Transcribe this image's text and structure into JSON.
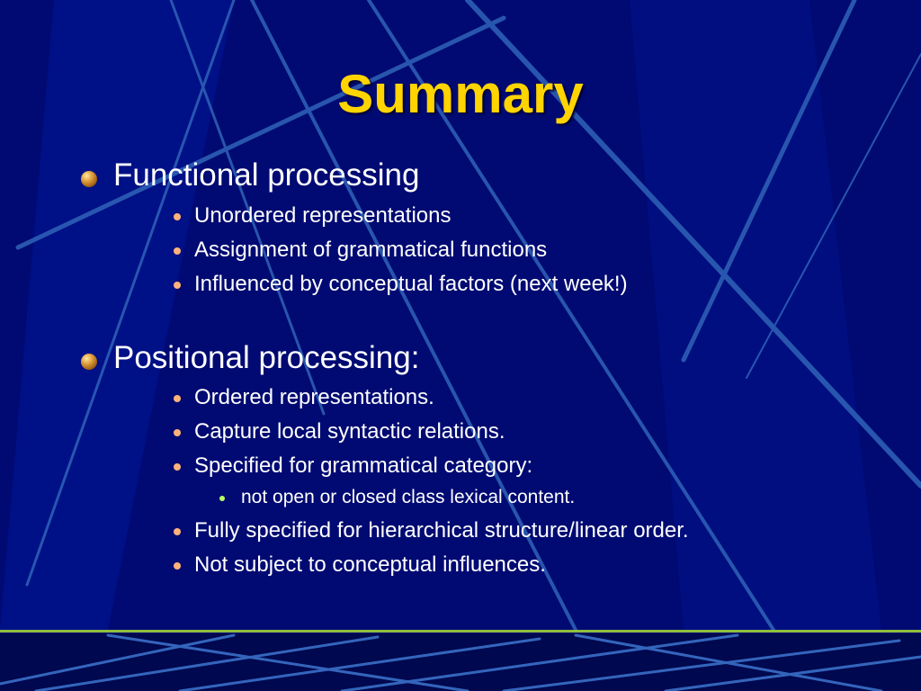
{
  "slide": {
    "title": "Summary",
    "sections": [
      {
        "heading": "Functional processing",
        "items": [
          "Unordered representations",
          "Assignment of grammatical functions",
          "Influenced by conceptual factors (next week!)"
        ]
      },
      {
        "heading": "Positional processing:",
        "items": [
          "Ordered representations.",
          "Capture local syntactic relations.",
          "Specified for grammatical category:",
          "Fully specified for hierarchical structure/linear order.",
          "Not subject to conceptual influences."
        ],
        "subitem": "not open or closed class lexical content."
      }
    ]
  },
  "colors": {
    "background": "#000a72",
    "title": "#ffd400",
    "text": "#ffffff",
    "bullet_level2": "#ffb27a",
    "bullet_level3": "#b8ff66",
    "rule": "#8fbf3f"
  }
}
